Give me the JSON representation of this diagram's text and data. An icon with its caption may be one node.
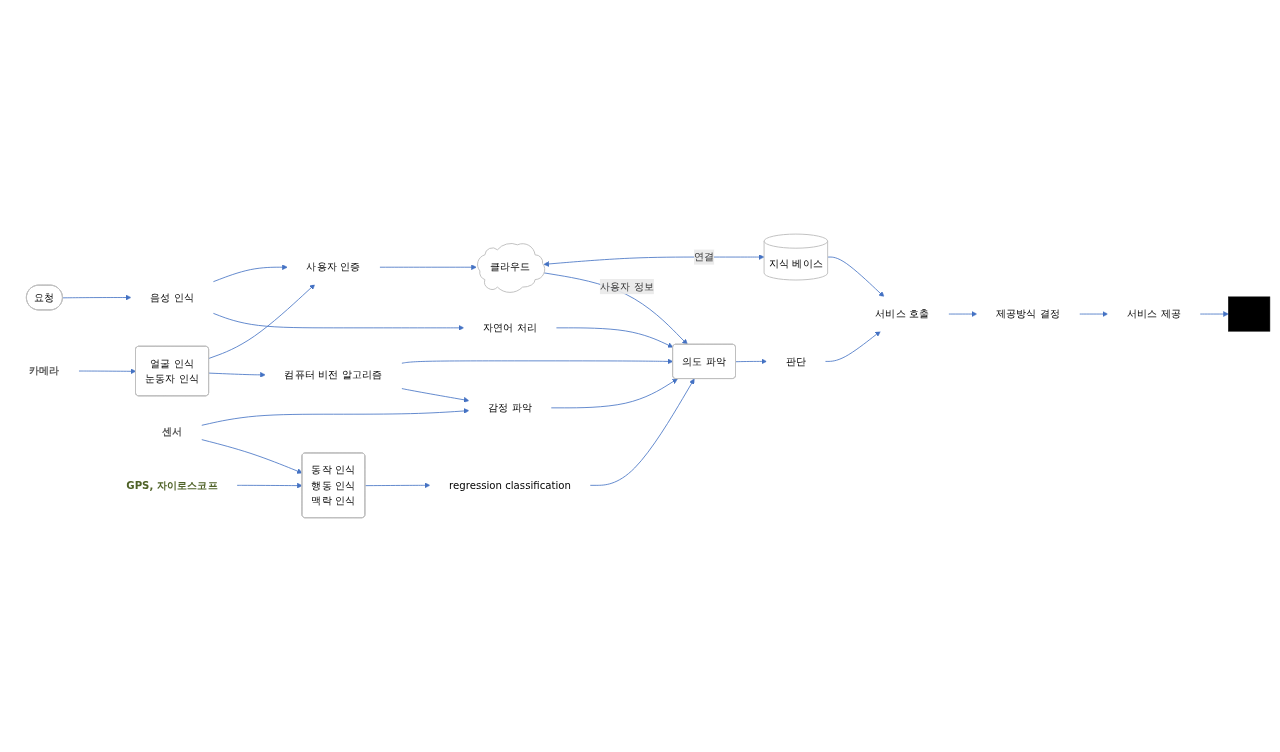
{
  "diagram": {
    "nodes": [
      {
        "text": [],
        "shape": "person"
      },
      {
        "text": [
          "요청"
        ]
      },
      {
        "text": [
          "음성 인식"
        ]
      },
      {
        "text": [
          "카메라"
        ]
      },
      {
        "text": [
          "얼굴 인식",
          "눈동자 인식"
        ]
      },
      {
        "text": [
          "사용자 인증"
        ]
      },
      {
        "text": [
          "자연어 처리"
        ]
      },
      {
        "text": [
          "컴퓨터 비전 알고리즘"
        ]
      },
      {
        "text": [
          "클라우드"
        ]
      },
      {
        "text": [
          "지식 베이스"
        ]
      },
      {
        "text": [
          "의도 파악"
        ]
      },
      {
        "text": [
          "판단"
        ]
      },
      {
        "text": [
          "서비스 호출"
        ]
      },
      {
        "text": [
          "제공방식 결정"
        ]
      },
      {
        "text": [
          "센서"
        ]
      },
      {
        "text": [
          "감정 파악"
        ]
      },
      {
        "text": [
          "GPS, 자이로스코프"
        ]
      },
      {
        "text": [
          "동작 인식",
          "행동 인식",
          "맥락 인식"
        ]
      },
      {
        "text": [
          "regression classification"
        ]
      },
      {
        "text": [
          "서비스 제공"
        ]
      }
    ],
    "edges": [
      {
        "from": 1,
        "to": 2,
        "arrow": "to"
      },
      {
        "from": 2,
        "to": 5,
        "arrow": "to"
      },
      {
        "from": 2,
        "to": 6,
        "arrow": "to"
      },
      {
        "from": 3,
        "to": 4,
        "arrow": "to"
      },
      {
        "from": 4,
        "to": 5,
        "arrow": "to"
      },
      {
        "from": 4,
        "to": 7,
        "arrow": "to"
      },
      {
        "from": 5,
        "to": 8,
        "arrow": "to"
      },
      {
        "from": 8,
        "to": 9,
        "arrow": "both",
        "label": "연결"
      },
      {
        "from": 8,
        "to": 10,
        "arrow": "to",
        "label": "사용자 정보"
      },
      {
        "from": 6,
        "to": 10,
        "arrow": "to"
      },
      {
        "from": 7,
        "to": 10,
        "arrow": "to"
      },
      {
        "from": 7,
        "to": 15,
        "arrow": "to"
      },
      {
        "from": 14,
        "to": 15,
        "arrow": "to"
      },
      {
        "from": 14,
        "to": 17,
        "arrow": "to"
      },
      {
        "from": 16,
        "to": 17,
        "arrow": "to"
      },
      {
        "from": 17,
        "to": 18,
        "arrow": "to"
      },
      {
        "from": 15,
        "to": 10,
        "arrow": "to"
      },
      {
        "from": 18,
        "to": 10,
        "arrow": "to"
      },
      {
        "from": 10,
        "to": 11,
        "arrow": "to"
      },
      {
        "from": 11,
        "to": 12,
        "arrow": "to"
      },
      {
        "from": 9,
        "to": 12,
        "arrow": "to"
      },
      {
        "from": 12,
        "to": 13,
        "arrow": "to"
      },
      {
        "from": 13,
        "to": 19,
        "arrow": "to"
      },
      {
        "from": 19,
        "to": 0,
        "arrow": "to"
      }
    ]
  }
}
